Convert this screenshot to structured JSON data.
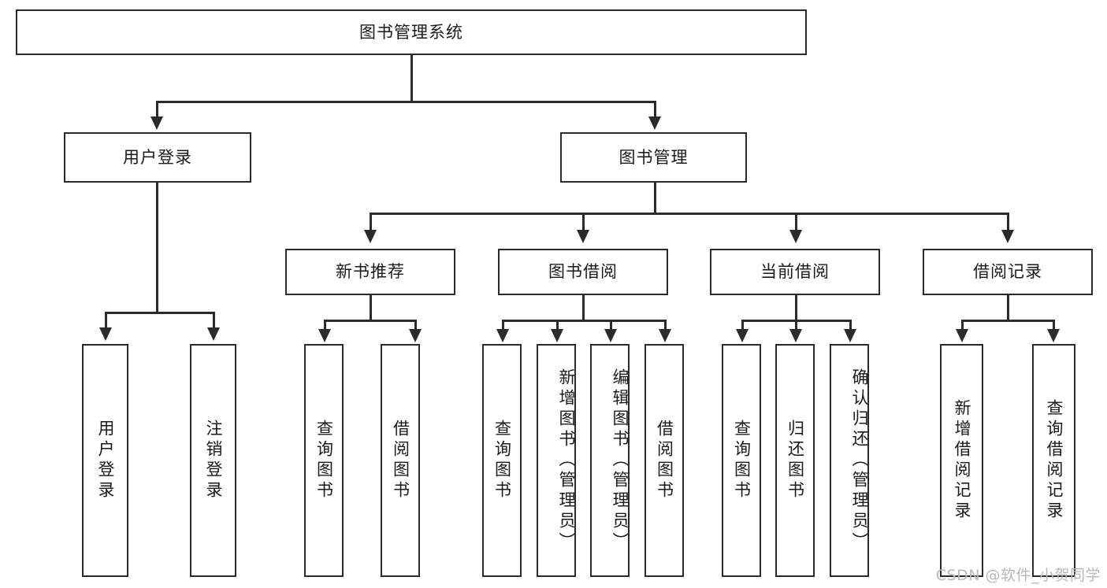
{
  "diagram": {
    "title": "图书管理系统",
    "type": "tree",
    "root": {
      "label": "图书管理系统"
    },
    "level1": [
      {
        "id": "user-login",
        "label": "用户登录"
      },
      {
        "id": "book-management",
        "label": "图书管理"
      }
    ],
    "level2": [
      {
        "id": "new-book-recommend",
        "label": "新书推荐",
        "parent": "book-management"
      },
      {
        "id": "book-borrow",
        "label": "图书借阅",
        "parent": "book-management"
      },
      {
        "id": "current-borrow",
        "label": "当前借阅",
        "parent": "book-management"
      },
      {
        "id": "borrow-record",
        "label": "借阅记录",
        "parent": "book-management"
      }
    ],
    "leaves": {
      "user_login": [
        {
          "id": "leaf-user-login",
          "label": "用户登录"
        },
        {
          "id": "leaf-logout-login",
          "label": "注销登录"
        }
      ],
      "new_book_recommend": [
        {
          "id": "leaf-query-book-1",
          "label": "查询图书"
        },
        {
          "id": "leaf-borrow-book-1",
          "label": "借阅图书"
        }
      ],
      "book_borrow": [
        {
          "id": "leaf-query-book-2",
          "label": "查询图书"
        },
        {
          "id": "leaf-add-book",
          "label": "新增图书（管理员）"
        },
        {
          "id": "leaf-edit-book",
          "label": "编辑图书（管理员）"
        },
        {
          "id": "leaf-borrow-book-2",
          "label": "借阅图书"
        }
      ],
      "current_borrow": [
        {
          "id": "leaf-query-book-3",
          "label": "查询图书"
        },
        {
          "id": "leaf-return-book",
          "label": "归还图书"
        },
        {
          "id": "leaf-confirm-return",
          "label": "确认归还（管理员）"
        }
      ],
      "borrow_record": [
        {
          "id": "leaf-add-record",
          "label": "新增借阅记录"
        },
        {
          "id": "leaf-query-record",
          "label": "查询借阅记录"
        }
      ]
    }
  },
  "watermark": {
    "text": "CSDN @软件_小贺同学"
  },
  "colors": {
    "stroke": "#2b2b2b",
    "fill": "#ffffff",
    "text": "#1a1a1a",
    "watermark": "#b9b9b9"
  }
}
